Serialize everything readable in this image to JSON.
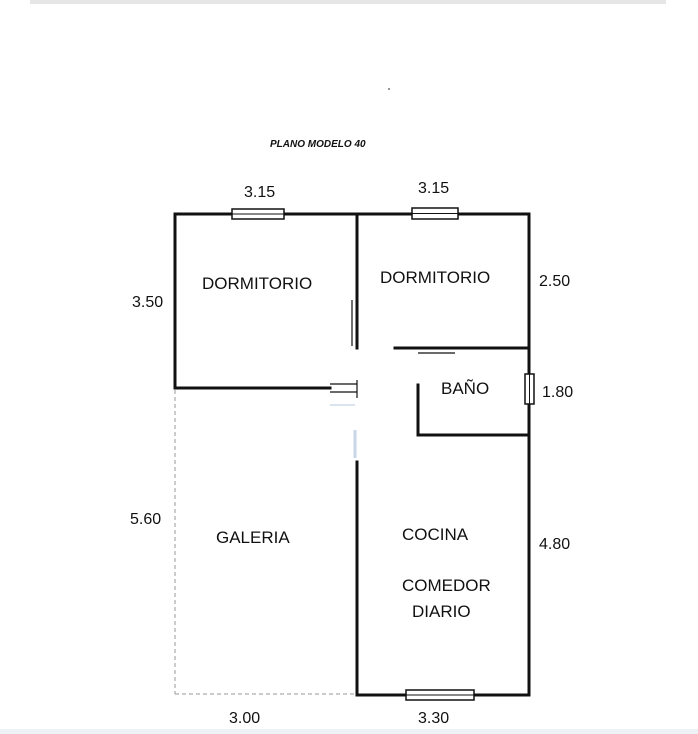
{
  "title": "PLANO MODELO 40",
  "rooms": {
    "dormitorio_left": "DORMITORIO",
    "dormitorio_right": "DORMITORIO",
    "bano": "BAÑO",
    "galeria": "GALERIA",
    "cocina": "COCINA",
    "comedor_line1": "COMEDOR",
    "comedor_line2": "DIARIO"
  },
  "dimensions": {
    "top_left": "3.15",
    "top_right": "3.15",
    "left_upper": "3.50",
    "left_lower": "5.60",
    "right_upper": "2.50",
    "right_bath": "1.80",
    "right_lower": "4.80",
    "bottom_left": "3.00",
    "bottom_right": "3.30"
  },
  "colors": {
    "wall": "#111111",
    "dashed": "#9a9a9a",
    "window": "#111111"
  }
}
